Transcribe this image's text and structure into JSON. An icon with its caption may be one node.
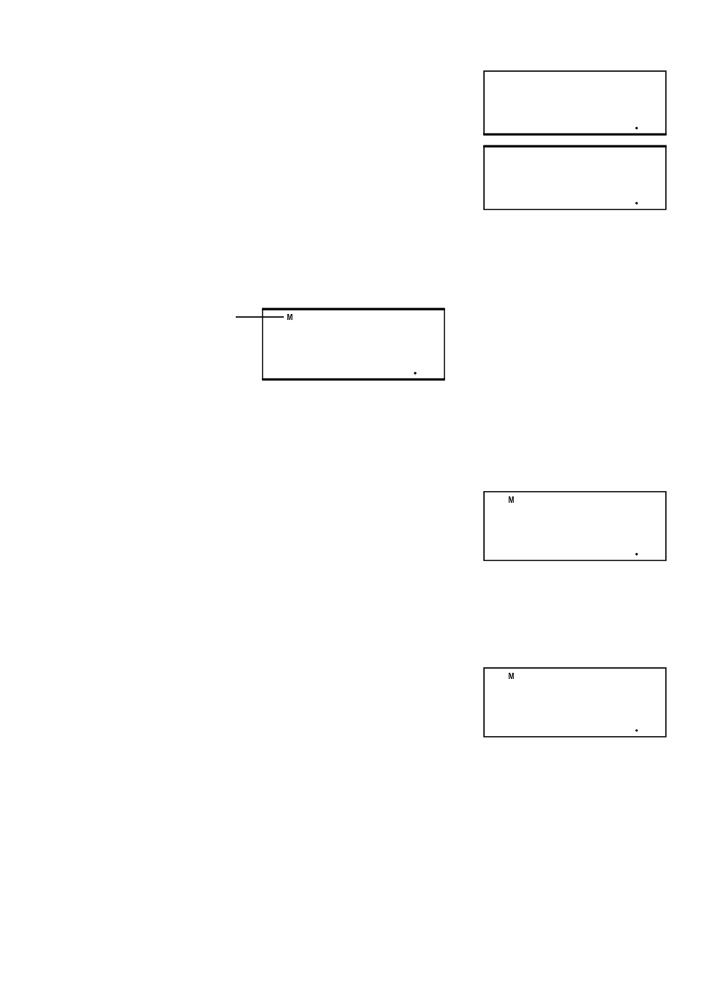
{
  "diagram": {
    "nodes": [
      {
        "text": [],
        "shape": "box"
      },
      {
        "text": [],
        "shape": "box"
      },
      {
        "text": [],
        "shape": "box"
      },
      {
        "text": [
          "M"
        ],
        "in": 2
      },
      {
        "text": [],
        "shape": "box"
      },
      {
        "text": [
          "M"
        ],
        "in": 4
      },
      {
        "text": [],
        "shape": "box"
      },
      {
        "text": [
          "M"
        ],
        "in": 6
      }
    ],
    "edges": [
      {
        "from": null,
        "to": 3,
        "arrow": "none"
      }
    ]
  }
}
